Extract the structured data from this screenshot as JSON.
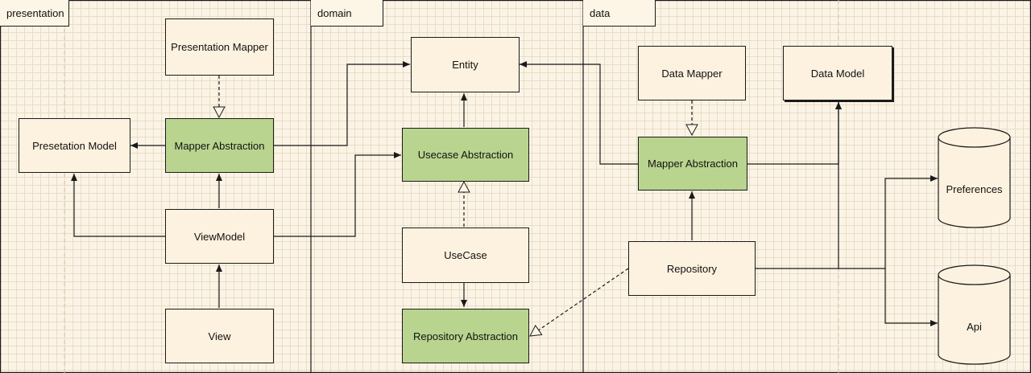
{
  "lanes": {
    "presentation": "presentation",
    "domain": "domain",
    "data": "data"
  },
  "presentation": {
    "presentation_mapper": "Presentation Mapper",
    "presentation_model": "Presetation Model",
    "mapper_abstraction": "Mapper Abstraction",
    "view_model": "ViewModel",
    "view": "View"
  },
  "domain": {
    "entity": "Entity",
    "usecase_abstraction": "Usecase Abstraction",
    "use_case": "UseCase",
    "repository_abstraction": "Repository Abstraction"
  },
  "data": {
    "data_mapper": "Data Mapper",
    "data_model": "Data Model",
    "mapper_abstraction": "Mapper Abstraction",
    "repository": "Repository",
    "preferences": "Preferences",
    "api": "Api"
  },
  "colors": {
    "abstraction_fill": "#b9d48e",
    "box_fill": "#fdf2df",
    "canvas": "#fbf4e6",
    "line": "#1a1a1a"
  }
}
